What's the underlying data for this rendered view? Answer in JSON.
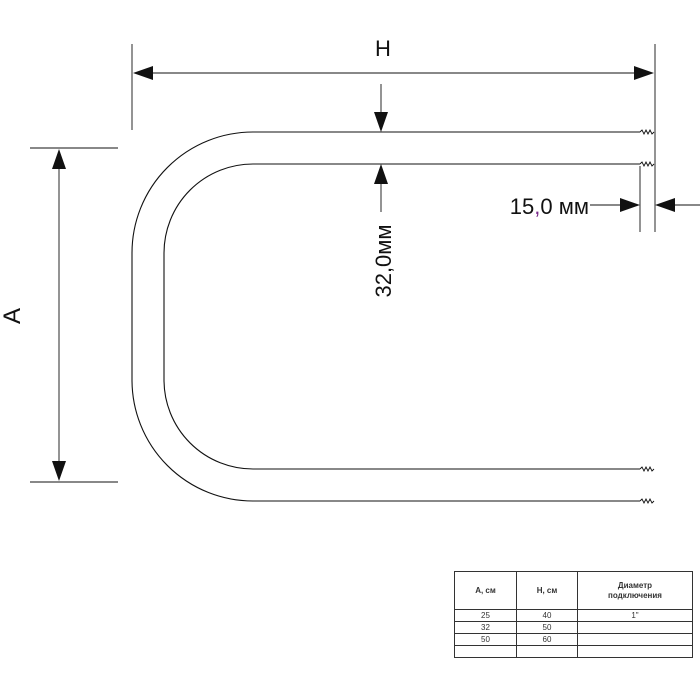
{
  "diagram": {
    "label_width": "H",
    "label_height": "A",
    "label_inner_gap": "32,0мм",
    "label_pipe_diameter_prefix": "15",
    "label_pipe_diameter_comma": ",",
    "label_pipe_diameter_suffix": "0 мм",
    "comma_color": "#7a2a8a"
  },
  "table": {
    "headers": [
      "А, см",
      "Н, см",
      "Диаметр подключения"
    ],
    "rows": [
      [
        "25",
        "40",
        "1\""
      ],
      [
        "32",
        "50",
        ""
      ],
      [
        "50",
        "60",
        ""
      ],
      [
        "",
        "",
        ""
      ]
    ]
  }
}
